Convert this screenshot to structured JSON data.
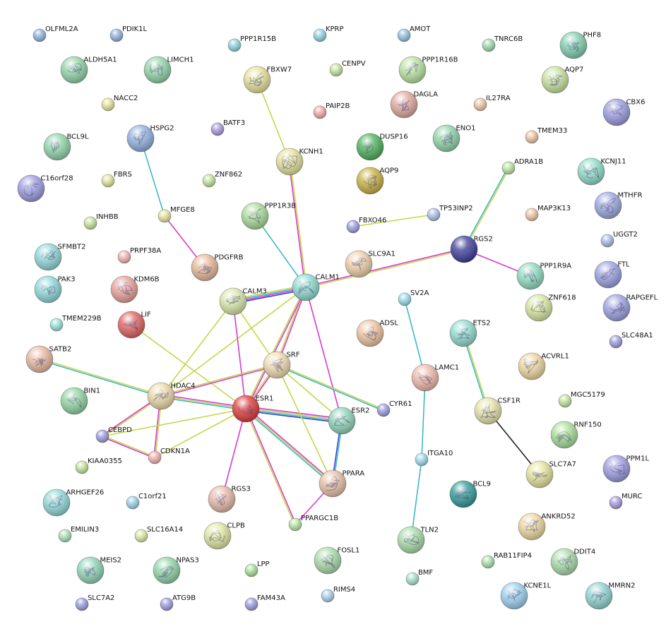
{
  "network": {
    "edge_colors": {
      "coexpression": "#222222",
      "textmining": "#c6d64a",
      "database": "#3fb8c8",
      "experimental": "#d63bd0",
      "neighborhood": "#3344cc"
    },
    "nodes": [
      {
        "id": "OLFML2A",
        "label": "OLFML2A",
        "color": "#8fb0dd",
        "size": "s"
      },
      {
        "id": "PDIK1L",
        "label": "PDIK1L",
        "color": "#8fb0dd",
        "size": "s"
      },
      {
        "id": "PPP1R15B",
        "label": "PPP1R15B",
        "color": "#8fd0dd",
        "size": "s"
      },
      {
        "id": "KPRP",
        "label": "KPRP",
        "color": "#8fd0dd",
        "size": "s"
      },
      {
        "id": "AMOT",
        "label": "AMOT",
        "color": "#8fc0dd",
        "size": "s"
      },
      {
        "id": "TNRC6B",
        "label": "TNRC6B",
        "color": "#9fd8b0",
        "size": "s"
      },
      {
        "id": "PHF8",
        "label": "PHF8",
        "color": "#7fcfb0",
        "size": "l",
        "icon": true
      },
      {
        "id": "ALDH5A1",
        "label": "ALDH5A1",
        "color": "#8fd4a8",
        "size": "l",
        "icon": true
      },
      {
        "id": "LIMCH1",
        "label": "LIMCH1",
        "color": "#8fd4a8",
        "size": "l",
        "icon": true
      },
      {
        "id": "FBXW7",
        "label": "FBXW7",
        "color": "#e6e39a",
        "size": "l",
        "icon": true
      },
      {
        "id": "CENPV",
        "label": "CENPV",
        "color": "#c5e39a",
        "size": "s"
      },
      {
        "id": "PPP1R16B",
        "label": "PPP1R16B",
        "color": "#b8e3a0",
        "size": "l",
        "icon": true
      },
      {
        "id": "AQP7",
        "label": "AQP7",
        "color": "#c8e3a0",
        "size": "l",
        "icon": true
      },
      {
        "id": "NACC2",
        "label": "NACC2",
        "color": "#e6e39a",
        "size": "s"
      },
      {
        "id": "PAIP2B",
        "label": "PAIP2B",
        "color": "#f0a8a8",
        "size": "s"
      },
      {
        "id": "DAGLA",
        "label": "DAGLA",
        "color": "#e0a8a0",
        "size": "l",
        "icon": true
      },
      {
        "id": "IL27RA",
        "label": "IL27RA",
        "color": "#eec4a0",
        "size": "s"
      },
      {
        "id": "CBX6",
        "label": "CBX6",
        "color": "#9a9ae0",
        "size": "l",
        "icon": true
      },
      {
        "id": "HSPG2",
        "label": "HSPG2",
        "color": "#8fb0dd",
        "size": "l",
        "icon": true
      },
      {
        "id": "BATF3",
        "label": "BATF3",
        "color": "#a898e0",
        "size": "s"
      },
      {
        "id": "DUSP16",
        "label": "DUSP16",
        "color": "#4ab05a",
        "size": "l",
        "icon": true
      },
      {
        "id": "ENO1",
        "label": "ENO1",
        "color": "#8fd4a8",
        "size": "l",
        "icon": true
      },
      {
        "id": "TMEM33",
        "label": "TMEM33",
        "color": "#eec4a0",
        "size": "s"
      },
      {
        "id": "BCL9L",
        "label": "BCL9L",
        "color": "#8fd4a8",
        "size": "l",
        "icon": true
      },
      {
        "id": "KCNH1",
        "label": "KCNH1",
        "color": "#e6e39a",
        "size": "l",
        "icon": true
      },
      {
        "id": "ADRA1B",
        "label": "ADRA1B",
        "color": "#b8e3a0",
        "size": "s"
      },
      {
        "id": "KCNJ11",
        "label": "KCNJ11",
        "color": "#8fdcc8",
        "size": "l",
        "icon": true
      },
      {
        "id": "C16orf28",
        "label": "C16orf28",
        "color": "#9a9ae0",
        "size": "l",
        "icon": true
      },
      {
        "id": "FBRS",
        "label": "FBRS",
        "color": "#e0e39a",
        "size": "s"
      },
      {
        "id": "ZNF862",
        "label": "ZNF862",
        "color": "#c5e39a",
        "size": "s"
      },
      {
        "id": "AQP9",
        "label": "AQP9",
        "color": "#c8b040",
        "size": "l",
        "icon": true
      },
      {
        "id": "MTHFR",
        "label": "MTHFR",
        "color": "#9aa8e0",
        "size": "l",
        "icon": true
      },
      {
        "id": "PPP1R3B",
        "label": "PPP1R3B",
        "color": "#a8dc98",
        "size": "l",
        "icon": true
      },
      {
        "id": "TP53INP2",
        "label": "TP53INP2",
        "color": "#a8c0e8",
        "size": "s"
      },
      {
        "id": "MAP3K13",
        "label": "MAP3K13",
        "color": "#eec4a0",
        "size": "s"
      },
      {
        "id": "INHBB",
        "label": "INHBB",
        "color": "#c5e39a",
        "size": "s"
      },
      {
        "id": "MFGE8",
        "label": "MFGE8",
        "color": "#e6e39a",
        "size": "s"
      },
      {
        "id": "FBXO46",
        "label": "FBXO46",
        "color": "#9a9ae0",
        "size": "s"
      },
      {
        "id": "UGGT2",
        "label": "UGGT2",
        "color": "#a8b8e8",
        "size": "s"
      },
      {
        "id": "SFMBT2",
        "label": "SFMBT2",
        "color": "#8fd8d8",
        "size": "l",
        "icon": true
      },
      {
        "id": "RGS2",
        "label": "RGS2",
        "color": "#3a3a9a",
        "size": "l",
        "icon": true
      },
      {
        "id": "PRPF38A",
        "label": "PRPF38A",
        "color": "#f0b0b0",
        "size": "s"
      },
      {
        "id": "SLC9A1",
        "label": "SLC9A1",
        "color": "#f0cfa8",
        "size": "l",
        "icon": true
      },
      {
        "id": "PDGFRB",
        "label": "PDGFRB",
        "color": "#e8b898",
        "size": "l",
        "icon": true
      },
      {
        "id": "PPP1R9A",
        "label": "PPP1R9A",
        "color": "#8fdcc0",
        "size": "l",
        "icon": true
      },
      {
        "id": "FTL",
        "label": "FTL",
        "color": "#9aa0e0",
        "size": "l",
        "icon": true
      },
      {
        "id": "PAK3",
        "label": "PAK3",
        "color": "#8fd8d8",
        "size": "l",
        "icon": true
      },
      {
        "id": "KDM6B",
        "label": "KDM6B",
        "color": "#e8a098",
        "size": "l",
        "icon": true
      },
      {
        "id": "CALM1",
        "label": "CALM1",
        "color": "#8fdcd0",
        "size": "l",
        "icon": true
      },
      {
        "id": "SV2A",
        "label": "SV2A",
        "color": "#9ad8e8",
        "size": "s"
      },
      {
        "id": "ZNF618",
        "label": "ZNF618",
        "color": "#d8e8a0",
        "size": "l",
        "icon": true
      },
      {
        "id": "RAPGEFL",
        "label": "RAPGEFL",
        "color": "#9aa0e0",
        "size": "l",
        "icon": true
      },
      {
        "id": "CALM3",
        "label": "CALM3",
        "color": "#d8e8a8",
        "size": "l",
        "icon": true
      },
      {
        "id": "TMEM229B",
        "label": "TMEM229B",
        "color": "#9ae0d8",
        "size": "s"
      },
      {
        "id": "LIF",
        "label": "LIF",
        "color": "#e06060",
        "size": "l",
        "icon": true
      },
      {
        "id": "ADSL",
        "label": "ADSL",
        "color": "#eec4a0",
        "size": "l",
        "icon": true
      },
      {
        "id": "ETS2",
        "label": "ETS2",
        "color": "#8fdcd0",
        "size": "l",
        "icon": true
      },
      {
        "id": "SLC48A1",
        "label": "SLC48A1",
        "color": "#9a9ae0",
        "size": "s"
      },
      {
        "id": "SATB2",
        "label": "SATB2",
        "color": "#e8b8a0",
        "size": "l",
        "icon": true
      },
      {
        "id": "SRF",
        "label": "SRF",
        "color": "#f0dcb0",
        "size": "l",
        "icon": true
      },
      {
        "id": "ACVRL1",
        "label": "ACVRL1",
        "color": "#eed8a0",
        "size": "l",
        "icon": true
      },
      {
        "id": "LAMC1",
        "label": "LAMC1",
        "color": "#f0b8a8",
        "size": "l",
        "icon": true
      },
      {
        "id": "BIN1",
        "label": "BIN1",
        "color": "#8fd4a0",
        "size": "l",
        "icon": true
      },
      {
        "id": "HDAC4",
        "label": "HDAC4",
        "color": "#eed8a8",
        "size": "l",
        "icon": true
      },
      {
        "id": "ESR1",
        "label": "ESR1",
        "color": "#e03838",
        "size": "l",
        "icon": true
      },
      {
        "id": "CSF1R",
        "label": "CSF1R",
        "color": "#e6e3a8",
        "size": "l",
        "icon": true
      },
      {
        "id": "MGC5179",
        "label": "MGC5179",
        "color": "#c5e39a",
        "size": "s"
      },
      {
        "id": "ESR2",
        "label": "ESR2",
        "color": "#8fd4b8",
        "size": "l",
        "icon": true
      },
      {
        "id": "CYR61",
        "label": "CYR61",
        "color": "#9a9ae0",
        "size": "s"
      },
      {
        "id": "CEBPD",
        "label": "CEBPD",
        "color": "#9a9ae0",
        "size": "s"
      },
      {
        "id": "RNF150",
        "label": "RNF150",
        "color": "#a8e098",
        "size": "l",
        "icon": true
      },
      {
        "id": "CDKN1A",
        "label": "CDKN1A",
        "color": "#f0b0b0",
        "size": "s"
      },
      {
        "id": "KIAA0355",
        "label": "KIAA0355",
        "color": "#c5e39a",
        "size": "s"
      },
      {
        "id": "ITGA10",
        "label": "ITGA10",
        "color": "#9ad8e8",
        "size": "s"
      },
      {
        "id": "PPM1L",
        "label": "PPM1L",
        "color": "#9a9ae0",
        "size": "l",
        "icon": true
      },
      {
        "id": "SLC7A7",
        "label": "SLC7A7",
        "color": "#e6e39a",
        "size": "l",
        "icon": true
      },
      {
        "id": "PPARA",
        "label": "PPARA",
        "color": "#e8c0a8",
        "size": "l",
        "icon": true
      },
      {
        "id": "ARHGEF26",
        "label": "ARHGEF26",
        "color": "#8fd8d8",
        "size": "l",
        "icon": true
      },
      {
        "id": "BCL9",
        "label": "BCL9",
        "color": "#309898",
        "size": "l",
        "icon": true
      },
      {
        "id": "C1orf21",
        "label": "C1orf21",
        "color": "#9ad0e8",
        "size": "s"
      },
      {
        "id": "RGS3",
        "label": "RGS3",
        "color": "#e8b8a8",
        "size": "l",
        "icon": true
      },
      {
        "id": "MURC",
        "label": "MURC",
        "color": "#a898e0",
        "size": "s"
      },
      {
        "id": "ANKRD52",
        "label": "ANKRD52",
        "color": "#eed8a0",
        "size": "l",
        "icon": true
      },
      {
        "id": "EMILIN3",
        "label": "EMILIN3",
        "color": "#a8e0b8",
        "size": "s"
      },
      {
        "id": "SLC16A14",
        "label": "SLC16A14",
        "color": "#d8e8a0",
        "size": "s"
      },
      {
        "id": "CLPB",
        "label": "CLPB",
        "color": "#e0e8a0",
        "size": "l",
        "icon": true
      },
      {
        "id": "PPARGC1B",
        "label": "PPARGC1B",
        "color": "#b8e3a0",
        "size": "s"
      },
      {
        "id": "TLN2",
        "label": "TLN2",
        "color": "#a8dca8",
        "size": "l",
        "icon": true
      },
      {
        "id": "RAB11FIP4",
        "label": "RAB11FIP4",
        "color": "#a8e0a8",
        "size": "s"
      },
      {
        "id": "DDIT4",
        "label": "DDIT4",
        "color": "#a8dca8",
        "size": "l",
        "icon": true
      },
      {
        "id": "MEIS2",
        "label": "MEIS2",
        "color": "#8fd4b8",
        "size": "l",
        "icon": true
      },
      {
        "id": "NPAS3",
        "label": "NPAS3",
        "color": "#8fd4a8",
        "size": "l",
        "icon": true
      },
      {
        "id": "LPP",
        "label": "LPP",
        "color": "#a8e098",
        "size": "s"
      },
      {
        "id": "FOSL1",
        "label": "FOSL1",
        "color": "#a8dca8",
        "size": "l",
        "icon": true
      },
      {
        "id": "BMF",
        "label": "BMF",
        "color": "#a8e0d0",
        "size": "s"
      },
      {
        "id": "KCNE1L",
        "label": "KCNE1L",
        "color": "#9ad0f0",
        "size": "l",
        "icon": true
      },
      {
        "id": "MMRN2",
        "label": "MMRN2",
        "color": "#8fd4d0",
        "size": "l",
        "icon": true
      },
      {
        "id": "RIMS4",
        "label": "RIMS4",
        "color": "#a8d0e8",
        "size": "s"
      },
      {
        "id": "SLC7A2",
        "label": "SLC7A2",
        "color": "#9a9ae0",
        "size": "s"
      },
      {
        "id": "ATG9B",
        "label": "ATG9B",
        "color": "#9a9ae0",
        "size": "s"
      },
      {
        "id": "FAM43A",
        "label": "FAM43A",
        "color": "#9a9ae0",
        "size": "s"
      }
    ],
    "edges": [
      {
        "a": "FBXW7",
        "b": "KCNH1",
        "types": [
          "textmining"
        ]
      },
      {
        "a": "KCNH1",
        "b": "CALM1",
        "types": [
          "textmining",
          "experimental"
        ]
      },
      {
        "a": "HSPG2",
        "b": "MFGE8",
        "types": [
          "database"
        ]
      },
      {
        "a": "MFGE8",
        "b": "PDGFRB",
        "types": [
          "experimental"
        ]
      },
      {
        "a": "PPP1R3B",
        "b": "CALM1",
        "types": [
          "database"
        ]
      },
      {
        "a": "FBXO46",
        "b": "TP53INP2",
        "types": [
          "textmining"
        ]
      },
      {
        "a": "ADRA1B",
        "b": "RGS2",
        "types": [
          "textmining",
          "database"
        ]
      },
      {
        "a": "RGS2",
        "b": "PPP1R9A",
        "types": [
          "experimental"
        ]
      },
      {
        "a": "CALM1",
        "b": "RGS2",
        "types": [
          "experimental",
          "textmining"
        ]
      },
      {
        "a": "CALM3",
        "b": "CALM1",
        "types": [
          "textmining",
          "database",
          "experimental",
          "neighborhood"
        ]
      },
      {
        "a": "CALM1",
        "b": "SRF",
        "types": [
          "experimental",
          "textmining"
        ]
      },
      {
        "a": "CALM1",
        "b": "ESR1",
        "types": [
          "experimental",
          "textmining"
        ]
      },
      {
        "a": "CALM1",
        "b": "HDAC4",
        "types": [
          "textmining"
        ]
      },
      {
        "a": "CALM1",
        "b": "ESR2",
        "types": [
          "experimental"
        ]
      },
      {
        "a": "CALM3",
        "b": "ESR1",
        "types": [
          "experimental"
        ]
      },
      {
        "a": "CALM3",
        "b": "SRF",
        "types": [
          "textmining"
        ]
      },
      {
        "a": "CALM3",
        "b": "HDAC4",
        "types": [
          "textmining"
        ]
      },
      {
        "a": "LIF",
        "b": "ESR1",
        "types": [
          "textmining"
        ]
      },
      {
        "a": "SRF",
        "b": "HDAC4",
        "types": [
          "experimental",
          "textmining"
        ]
      },
      {
        "a": "SRF",
        "b": "ESR1",
        "types": [
          "experimental",
          "textmining"
        ]
      },
      {
        "a": "SRF",
        "b": "CYR61",
        "types": [
          "textmining",
          "database"
        ]
      },
      {
        "a": "SRF",
        "b": "ESR2",
        "types": [
          "textmining"
        ]
      },
      {
        "a": "SV2A",
        "b": "LAMC1",
        "types": [
          "database"
        ]
      },
      {
        "a": "LAMC1",
        "b": "ITGA10",
        "types": [
          "database"
        ]
      },
      {
        "a": "ITGA10",
        "b": "TLN2",
        "types": [
          "database"
        ]
      },
      {
        "a": "ETS2",
        "b": "CSF1R",
        "types": [
          "textmining",
          "database"
        ]
      },
      {
        "a": "CSF1R",
        "b": "SLC7A7",
        "types": [
          "coexpression"
        ]
      },
      {
        "a": "SATB2",
        "b": "HDAC4",
        "types": [
          "textmining",
          "database"
        ]
      },
      {
        "a": "HDAC4",
        "b": "ESR1",
        "types": [
          "experimental",
          "textmining",
          "database"
        ]
      },
      {
        "a": "HDAC4",
        "b": "CEBPD",
        "types": [
          "textmining",
          "experimental"
        ]
      },
      {
        "a": "HDAC4",
        "b": "CDKN1A",
        "types": [
          "textmining",
          "experimental"
        ]
      },
      {
        "a": "CEBPD",
        "b": "CDKN1A",
        "types": [
          "textmining",
          "experimental"
        ]
      },
      {
        "a": "ESR1",
        "b": "ESR2",
        "types": [
          "experimental",
          "textmining",
          "database",
          "neighborhood"
        ]
      },
      {
        "a": "ESR1",
        "b": "PPARA",
        "types": [
          "experimental",
          "textmining",
          "database"
        ]
      },
      {
        "a": "ESR1",
        "b": "PPARGC1B",
        "types": [
          "experimental",
          "textmining"
        ]
      },
      {
        "a": "ESR1",
        "b": "CDKN1A",
        "types": [
          "textmining"
        ]
      },
      {
        "a": "ESR1",
        "b": "RGS3",
        "types": [
          "experimental"
        ]
      },
      {
        "a": "ESR1",
        "b": "CEBPD",
        "types": [
          "textmining"
        ]
      },
      {
        "a": "ESR2",
        "b": "PPARA",
        "types": [
          "database",
          "neighborhood"
        ]
      },
      {
        "a": "SRF",
        "b": "PPARA",
        "types": [
          "textmining"
        ]
      },
      {
        "a": "PPARA",
        "b": "PPARGC1B",
        "types": [
          "experimental"
        ]
      }
    ]
  }
}
